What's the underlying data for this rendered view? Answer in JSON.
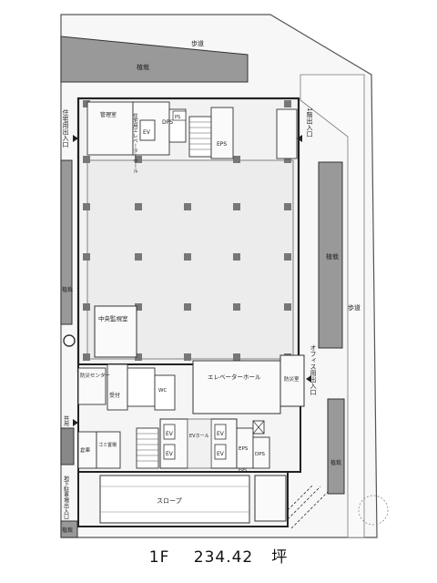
{
  "floor": {
    "label": "1F",
    "area": "234.42",
    "unit": "坪"
  },
  "rooms": {
    "sidewalk_top": "歩道",
    "planting_top": "植栽",
    "planting_right": "植栽",
    "planting_left": "植栽",
    "planting_bottom_right": "植栽",
    "sidewalk_right": "歩道",
    "residential_entrance": "住宅用出入口",
    "first_floor_entrance": "1階出入口",
    "office_entrance": "オフィス用出入口",
    "management_room": "管理室",
    "residential_ev_hall": "住宅用エレベーターホール",
    "dps_top": "DPS",
    "ps_top": "PS",
    "eps_top": "EPS",
    "ev_top": "EV",
    "central_monitoring": "中央監視室",
    "disaster_center": "防災センター",
    "office_ev_hall": "エレベーターホール",
    "ev_hall": "EVホール",
    "eps_mid": "EPS",
    "dps_mid": "DPS",
    "ev_a": "EV",
    "ev_b": "EV",
    "ev_c": "EV",
    "ev_d": "EV",
    "reception": "受付",
    "garbage_room": "ゴミ置場",
    "wc": "WC",
    "slope": "スロープ",
    "parking_entrance": "地下駐車場出入口",
    "shared_use": "共用",
    "disaster_room": "防災室",
    "storage": "倉庫",
    "eps_bottom": "EPS",
    "bottom_left_mark": "植栽"
  }
}
